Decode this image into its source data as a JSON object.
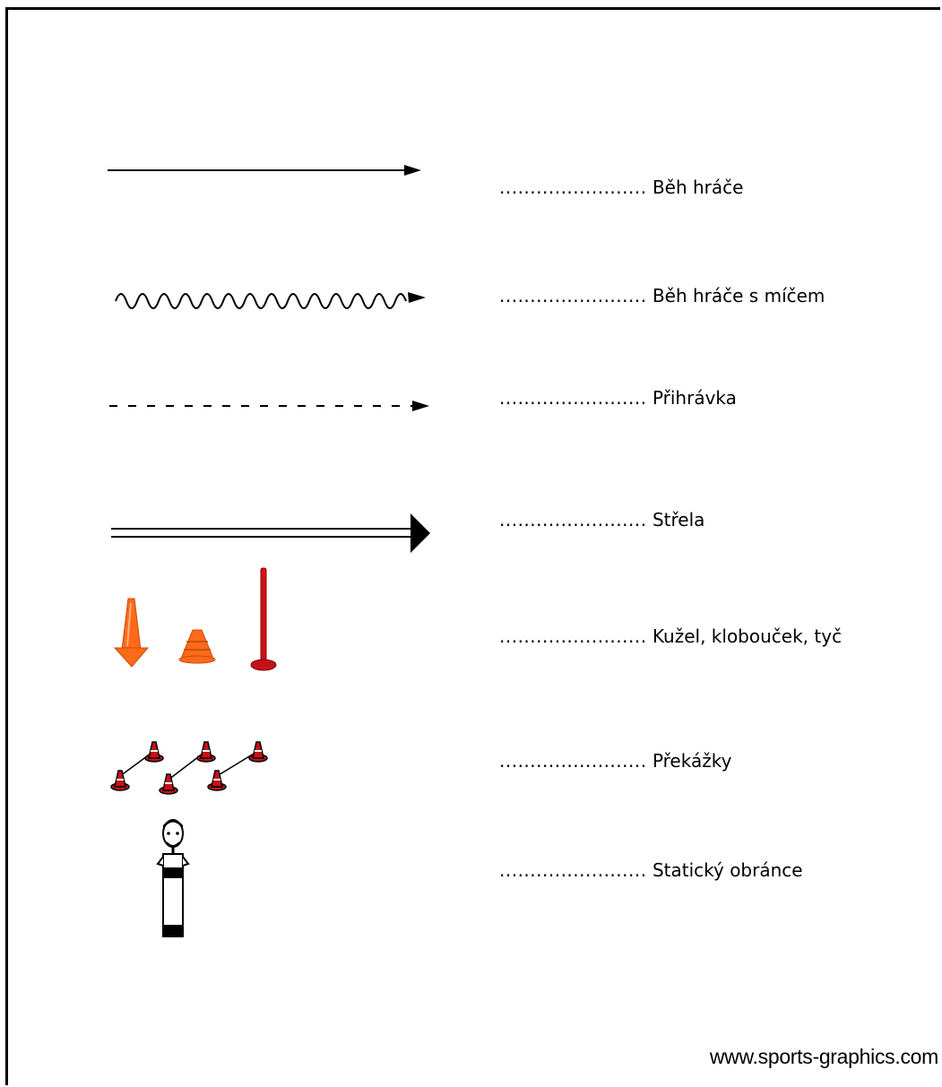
{
  "legend": {
    "items": [
      {
        "dots": "........................",
        "label": "Běh hráče",
        "symbol": "solid-arrow"
      },
      {
        "dots": "........................",
        "label": "Běh hráče s míčem",
        "symbol": "wavy-arrow"
      },
      {
        "dots": "........................",
        "label": "Přihrávka",
        "symbol": "dashed-arrow"
      },
      {
        "dots": "........................",
        "label": "Střela",
        "symbol": "double-arrow"
      },
      {
        "dots": "........................",
        "label": "Kužel, klobouček, tyč",
        "symbol": "cone-hat-pole"
      },
      {
        "dots": "........................",
        "label": "Překážky",
        "symbol": "hurdles"
      },
      {
        "dots": "........................",
        "label": "Statický obránce",
        "symbol": "static-defender"
      }
    ]
  },
  "footer": {
    "credit": "www.sports-graphics.com"
  },
  "colors": {
    "cone": "#ff6a1a",
    "pole": "#d10f14",
    "hurdle": "#c8101a",
    "ink": "#000000"
  }
}
